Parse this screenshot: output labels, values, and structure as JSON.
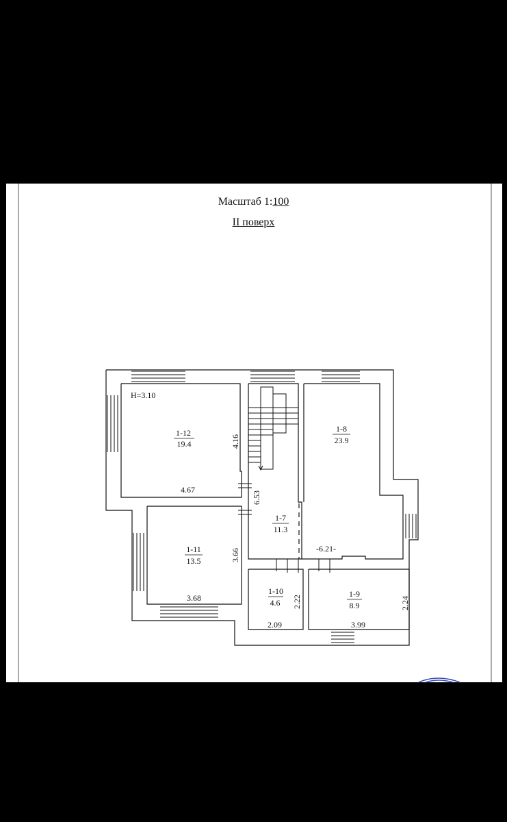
{
  "header": {
    "scale_prefix": "Масштаб 1:",
    "scale_value": "100",
    "floor": "II поверх"
  },
  "height_label": "H=3.10",
  "rooms": [
    {
      "id": "1-12",
      "area": "19.4"
    },
    {
      "id": "1-11",
      "area": "13.5"
    },
    {
      "id": "1-7",
      "area": "11.3"
    },
    {
      "id": "1-8",
      "area": "23.9"
    },
    {
      "id": "1-10",
      "area": "4.6"
    },
    {
      "id": "1-9",
      "area": "8.9"
    }
  ],
  "dimensions": {
    "d416": "4.16",
    "d467": "4.67",
    "d653": "6.53",
    "d366": "3.66",
    "d368": "3.68",
    "d621": "-6.21-",
    "d222": "2.22",
    "d209": "2.09",
    "d224": "2.24",
    "d399": "3.99"
  },
  "colors": {
    "background": "#000000",
    "sheet": "#ffffff",
    "ink": "#111111",
    "stamp": "#3a4bb8"
  }
}
